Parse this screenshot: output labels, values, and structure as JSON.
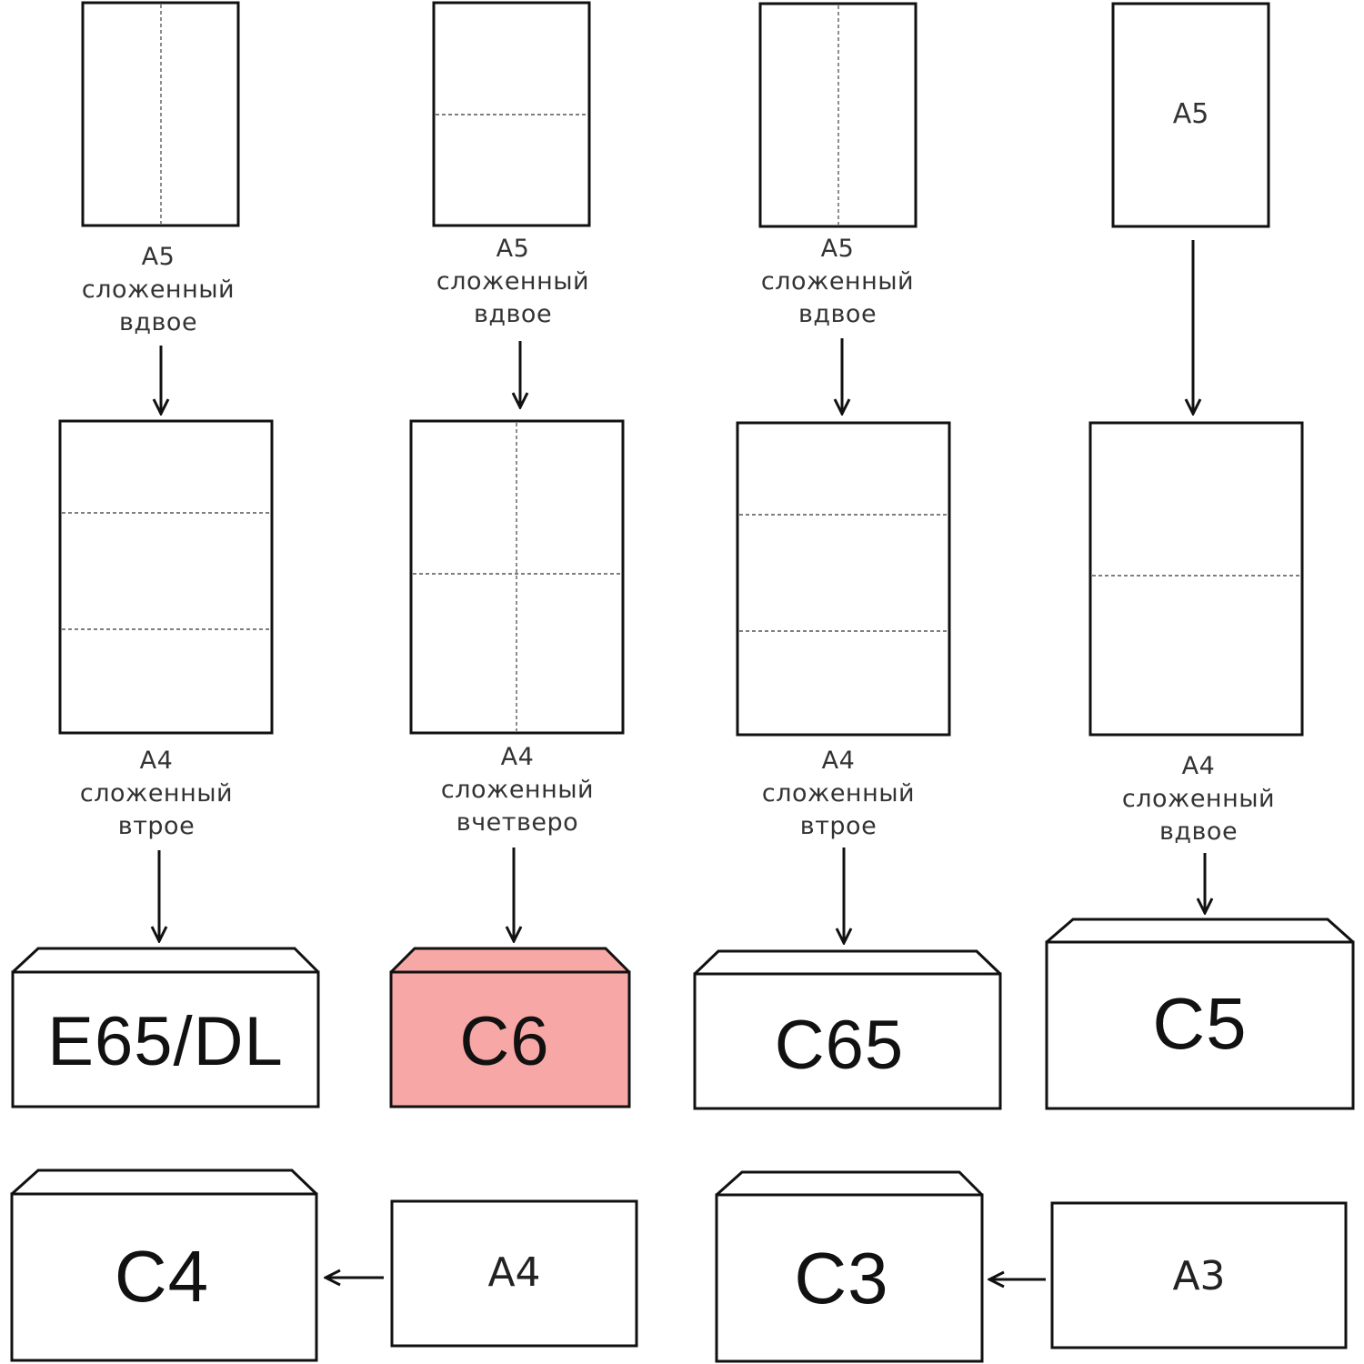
{
  "colors": {
    "stroke": "#111111",
    "fold_line": "#666666",
    "highlight_envelope": "#f7a8a6",
    "text": "#333333"
  },
  "columns": [
    {
      "top_sheet": {
        "fold": "vertical",
        "label": ""
      },
      "top_caption": [
        "A5",
        "сложенный",
        "вдвое"
      ],
      "middle_sheet": {
        "fold": "horizontal-thirds"
      },
      "middle_caption": [
        "A4",
        "сложенный",
        "втрое"
      ],
      "envelope": {
        "label": "E65/DL",
        "highlighted": false
      }
    },
    {
      "top_sheet": {
        "fold": "horizontal",
        "label": ""
      },
      "top_caption": [
        "A5",
        "сложенный",
        "вдвое"
      ],
      "middle_sheet": {
        "fold": "quarters"
      },
      "middle_caption": [
        "A4",
        "сложенный",
        "вчетверо"
      ],
      "envelope": {
        "label": "C6",
        "highlighted": true
      }
    },
    {
      "top_sheet": {
        "fold": "vertical",
        "label": ""
      },
      "top_caption": [
        "A5",
        "сложенный",
        "вдвое"
      ],
      "middle_sheet": {
        "fold": "horizontal-thirds"
      },
      "middle_caption": [
        "A4",
        "сложенный",
        "втрое"
      ],
      "envelope": {
        "label": "C65",
        "highlighted": false
      }
    },
    {
      "top_sheet": {
        "fold": "none",
        "label": "A5"
      },
      "top_caption": [],
      "middle_sheet": {
        "fold": "horizontal-half"
      },
      "middle_caption": [
        "A4",
        "сложенный",
        "вдвое"
      ],
      "envelope": {
        "label": "C5",
        "highlighted": false
      }
    }
  ],
  "bottom_row": [
    {
      "envelope": "C4",
      "sheet": "A4"
    },
    {
      "envelope": "C3",
      "sheet": "A3"
    }
  ]
}
